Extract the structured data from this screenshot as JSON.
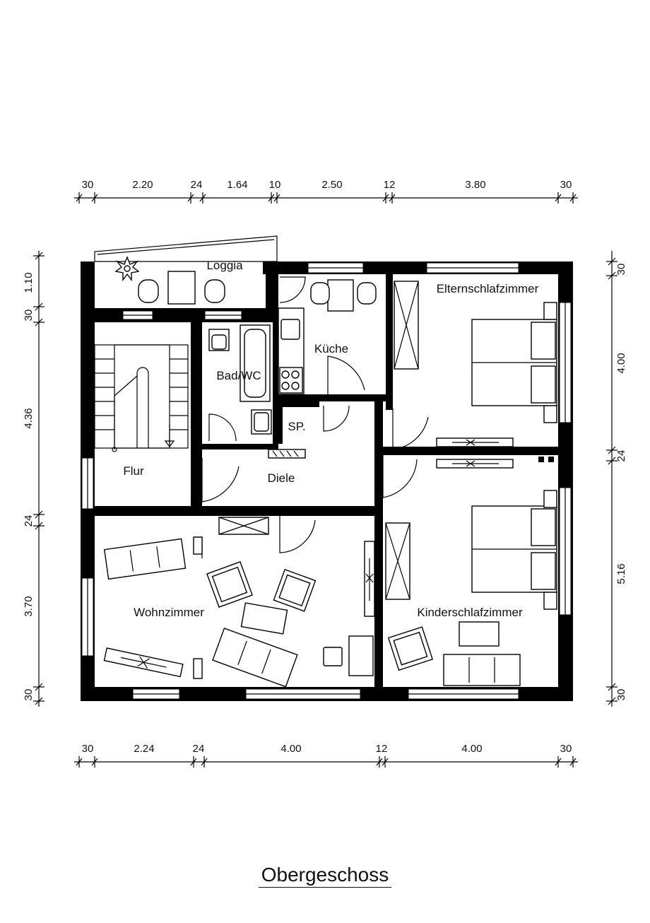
{
  "rooms": {
    "loggia": "Loggia",
    "eltern": "Elternschlafzimmer",
    "kueche": "Küche",
    "bad": "Bad/WC",
    "sp": "SP.",
    "flur": "Flur",
    "diele": "Diele",
    "wohn": "Wohnzimmer",
    "kinder": "Kinderschlafzimmer"
  },
  "dims": {
    "top": [
      "30",
      "2.20",
      "24",
      "1.64",
      "10",
      "2.50",
      "12",
      "3.80",
      "30"
    ],
    "bottom": [
      "30",
      "2.24",
      "24",
      "4.00",
      "12",
      "4.00",
      "30"
    ],
    "left": [
      "1.10",
      "30",
      "4.36",
      "24",
      "3.70",
      "30"
    ],
    "right": [
      "30",
      "4.00",
      "24",
      "5.16",
      "30"
    ]
  },
  "caption": "Obergeschoss"
}
